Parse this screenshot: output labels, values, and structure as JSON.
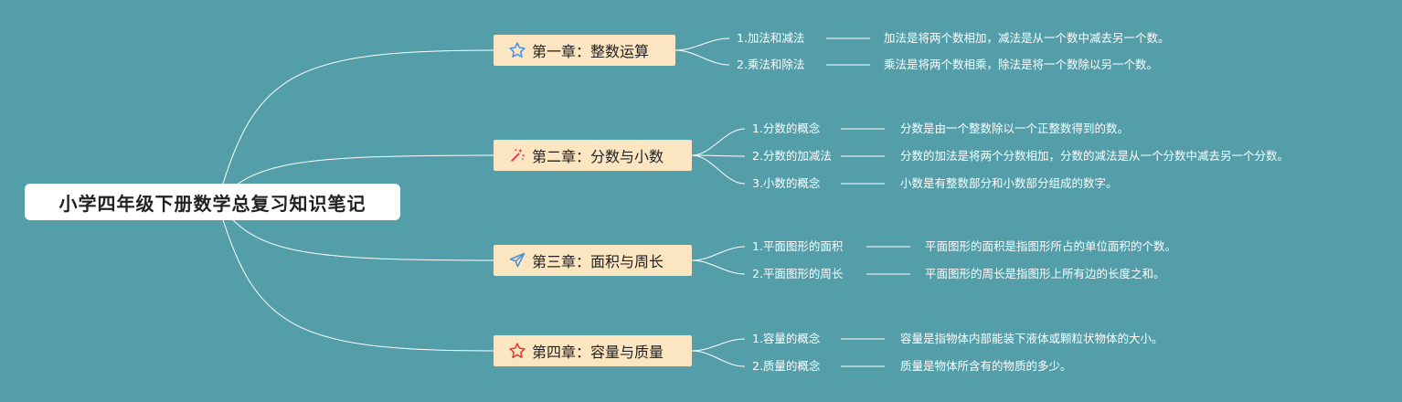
{
  "root": {
    "title": "小学四年级下册数学总复习知识笔记"
  },
  "chapters": [
    {
      "title": "第一章：整数运算",
      "icon": "star-outline-icon",
      "icon_color": "#4A90E2",
      "topics": [
        {
          "name": "1.加法和减法",
          "desc": "加法是将两个数相加，减法是从一个数中减去另一个数。"
        },
        {
          "name": "2.乘法和除法",
          "desc": "乘法是将两个数相乘，除法是将一个数除以另一个数。"
        }
      ]
    },
    {
      "title": "第二章：分数与小数",
      "icon": "magic-wand-icon",
      "icon_color": "#E0335A",
      "topics": [
        {
          "name": "1.分数的概念",
          "desc": "分数是由一个整数除以一个正整数得到的数。"
        },
        {
          "name": "2.分数的加减法",
          "desc": "分数的加法是将两个分数相加，分数的减法是从一个分数中减去另一个分数。"
        },
        {
          "name": "3.小数的概念",
          "desc": "小数是有整数部分和小数部分组成的数字。"
        }
      ]
    },
    {
      "title": "第三章：面积与周长",
      "icon": "paper-plane-icon",
      "icon_color": "#4A8FD9",
      "topics": [
        {
          "name": "1.平面图形的面积",
          "desc": "平面图形的面积是指图形所占的单位面积的个数。"
        },
        {
          "name": "2.平面图形的周长",
          "desc": "平面图形的周长是指图形上所有边的长度之和。"
        }
      ]
    },
    {
      "title": "第四章：容量与质量",
      "icon": "star-outline-icon",
      "icon_color": "#E03A2A",
      "topics": [
        {
          "name": "1.容量的概念",
          "desc": "容量是指物体内部能装下液体或颗粒状物体的大小。"
        },
        {
          "name": "2.质量的概念",
          "desc": "质量是物体所含有的物质的多少。"
        }
      ]
    }
  ],
  "colors": {
    "background": "#539EA9",
    "chapter_fill": "#FCE5C1",
    "line": "#FFFFFF"
  }
}
